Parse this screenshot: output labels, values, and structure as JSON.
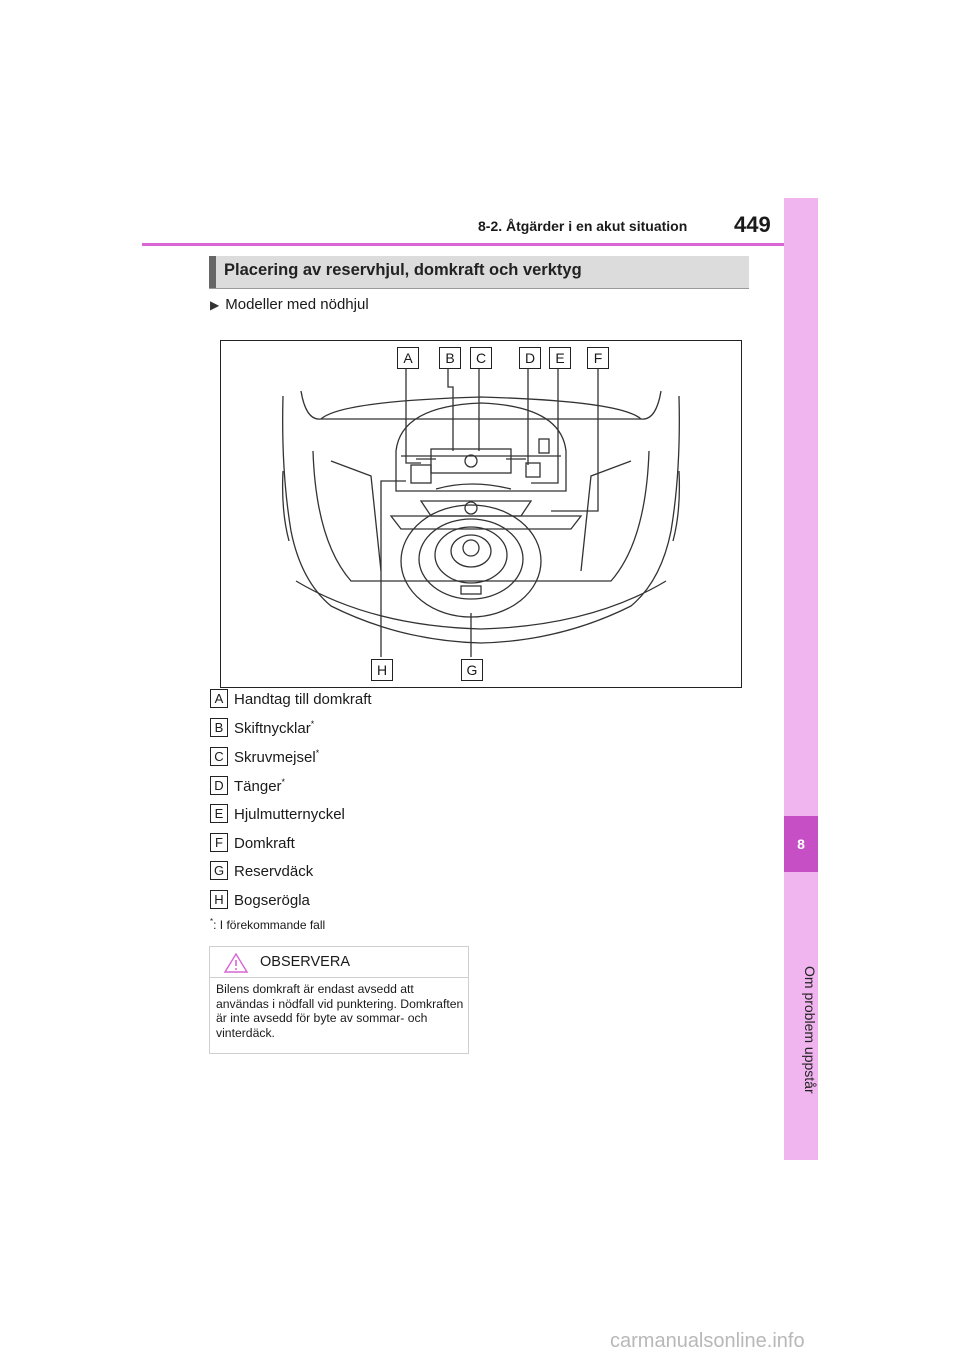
{
  "header": {
    "chapter": "8-2. Åtgärder i en akut situation",
    "page_number": "449"
  },
  "side_tab": {
    "number": "8",
    "label": "Om problem uppstår"
  },
  "section": {
    "title": "Placering av reservhjul, domkraft och verktyg"
  },
  "subtitle": "Modeller med nödhjul",
  "figure_labels": [
    "A",
    "B",
    "C",
    "D",
    "E",
    "F",
    "H",
    "G"
  ],
  "legend": [
    {
      "badge": "A",
      "text": "Handtag till domkraft",
      "note": ""
    },
    {
      "badge": "B",
      "text": "Skiftnycklar",
      "note": "*"
    },
    {
      "badge": "C",
      "text": "Skruvmejsel",
      "note": "*"
    },
    {
      "badge": "D",
      "text": "Tänger",
      "note": "*"
    },
    {
      "badge": "E",
      "text": "Hjulmutternyckel",
      "note": ""
    },
    {
      "badge": "F",
      "text": "Domkraft",
      "note": ""
    },
    {
      "badge": "G",
      "text": "Reservdäck",
      "note": ""
    },
    {
      "badge": "H",
      "text": "Bogserögla",
      "note": ""
    }
  ],
  "footnote": {
    "mark": "*",
    "text": ":  I förekommande fall"
  },
  "notice": {
    "heading": "OBSERVERA",
    "body": "Bilens domkraft är endast avsedd att användas i nödfall vid punktering. Domkraften är inte avsedd för byte av sommar- och vinterdäck."
  },
  "watermark": "carmanualsonline.info",
  "colors": {
    "accent": "#d866d4",
    "tab": "#f0b4ef",
    "tab_active": "#c64fc6"
  }
}
